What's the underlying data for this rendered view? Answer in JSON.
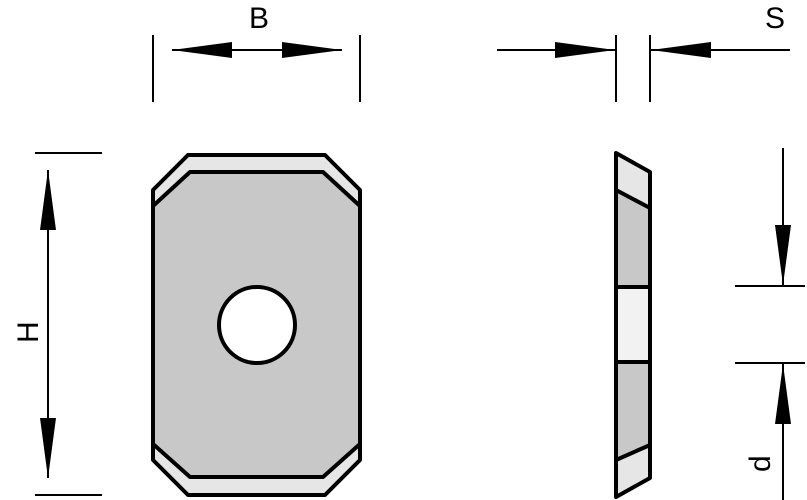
{
  "labels": {
    "width": "B",
    "thickness": "S",
    "height": "H",
    "hole": "d"
  },
  "colors": {
    "body": "#c8c8c8",
    "bevel": "#e6e6e6",
    "hole": "#ffffff",
    "bore": "#f2f2f2",
    "line": "#000000"
  }
}
